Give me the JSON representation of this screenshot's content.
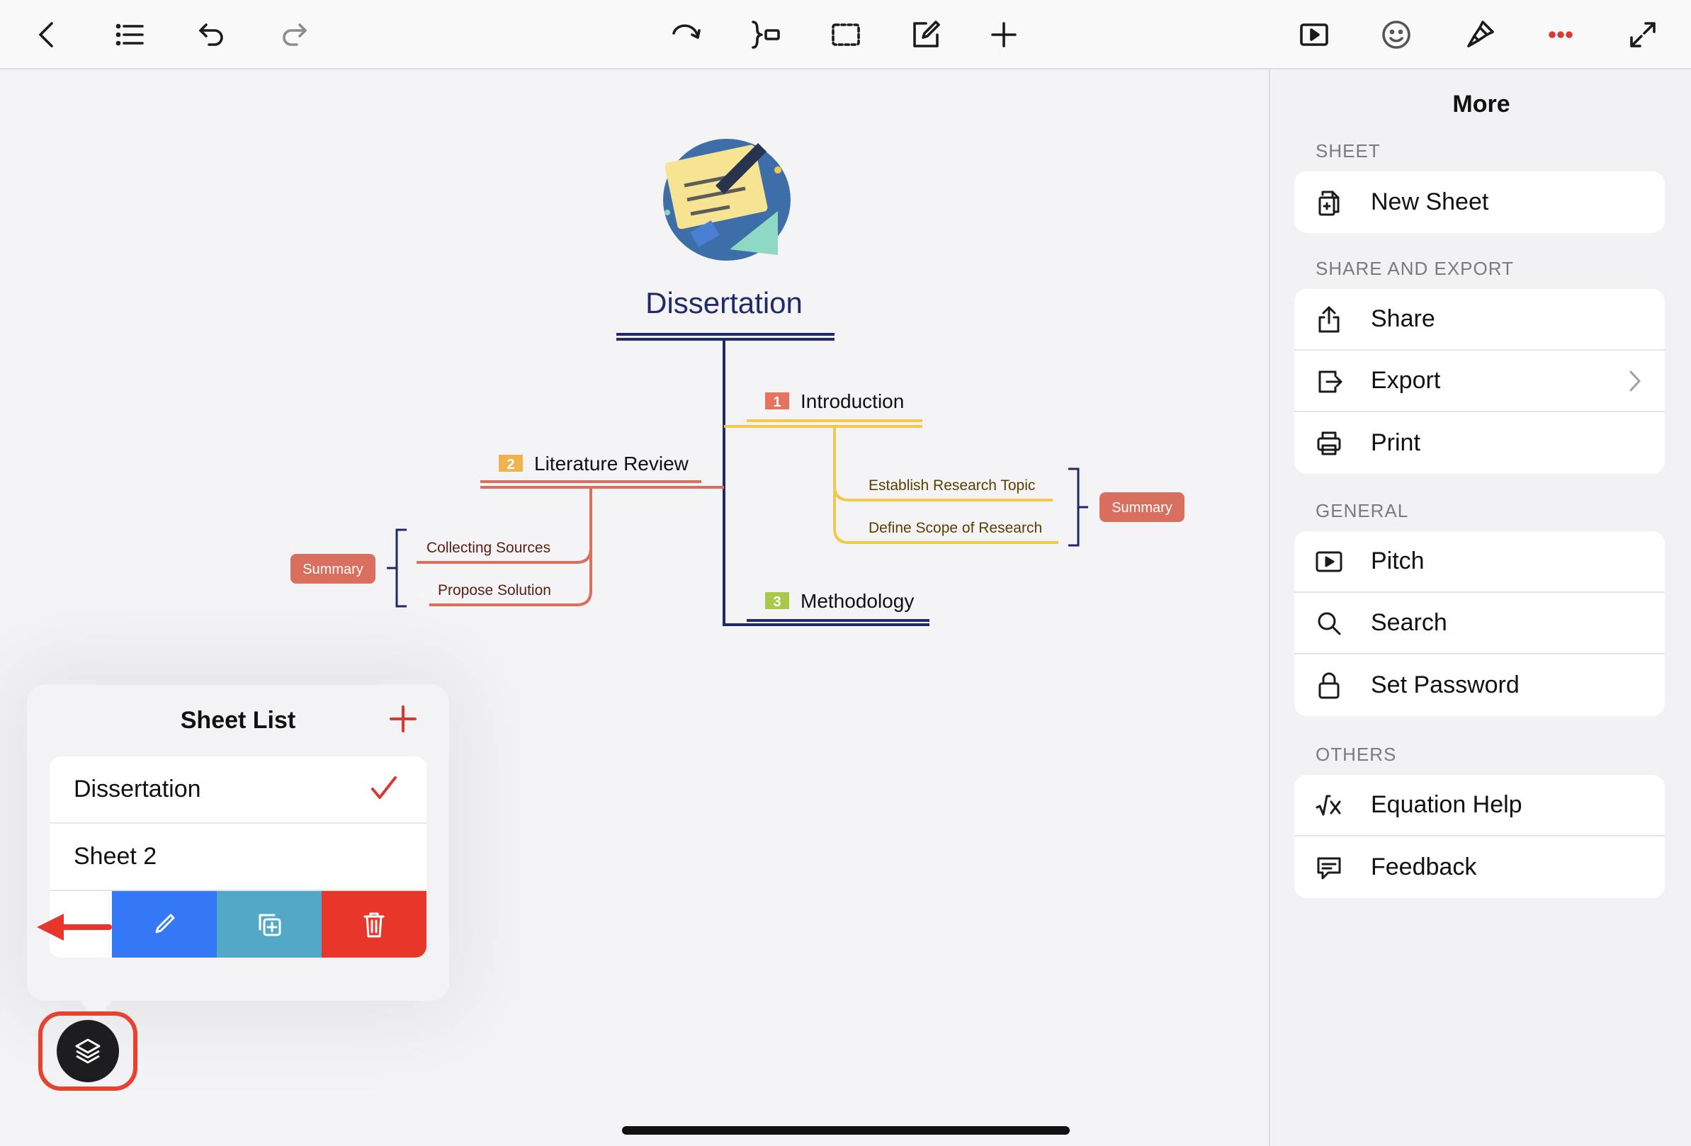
{
  "toolbar": {
    "left": [
      "back-icon",
      "outline-list-icon",
      "undo-icon",
      "redo-icon"
    ],
    "center": [
      "relationship-icon",
      "boundary-icon",
      "select-rect-icon",
      "note-edit-icon",
      "add-topic-icon"
    ],
    "right": [
      "pitch-play-icon",
      "emoji-icon",
      "format-brush-icon",
      "more-dots-icon",
      "fullscreen-icon"
    ],
    "accent": "#d63a31"
  },
  "mindmap": {
    "central_topic": "Dissertation",
    "topics": [
      {
        "number": "1",
        "label": "Introduction",
        "color": "#f4c84d",
        "subtopics": [
          "Establish Research Topic",
          "Define Scope of Research"
        ],
        "summary": "Summary"
      },
      {
        "number": "2",
        "label": "Literature Review",
        "color": "#d9705f",
        "subtopics": [
          "Collecting Sources",
          "Propose Solution"
        ],
        "summary": "Summary"
      },
      {
        "number": "3",
        "label": "Methodology",
        "color": "#1f2a6b",
        "subtopics": []
      }
    ]
  },
  "panel": {
    "title": "More",
    "sections": [
      {
        "label": "SHEET",
        "items": [
          {
            "icon": "new-sheet-icon",
            "label": "New Sheet"
          }
        ]
      },
      {
        "label": "SHARE AND EXPORT",
        "items": [
          {
            "icon": "share-icon",
            "label": "Share"
          },
          {
            "icon": "export-icon",
            "label": "Export",
            "chevron": true
          },
          {
            "icon": "print-icon",
            "label": "Print"
          }
        ]
      },
      {
        "label": "GENERAL",
        "items": [
          {
            "icon": "pitch-icon",
            "label": "Pitch"
          },
          {
            "icon": "search-icon",
            "label": "Search"
          },
          {
            "icon": "lock-icon",
            "label": "Set Password"
          }
        ]
      },
      {
        "label": "OTHERS",
        "items": [
          {
            "icon": "equation-icon",
            "label": "Equation Help"
          },
          {
            "icon": "feedback-icon",
            "label": "Feedback"
          }
        ]
      }
    ]
  },
  "sheet_list": {
    "title": "Sheet List",
    "sheets": [
      {
        "name": "Dissertation",
        "selected": true
      },
      {
        "name": "Sheet 2",
        "selected": false
      }
    ],
    "swipe_actions": [
      {
        "icon": "rename-pencil-icon",
        "color": "#3478f6"
      },
      {
        "icon": "duplicate-icon",
        "color": "#54a8c7"
      },
      {
        "icon": "trash-icon",
        "color": "#e8362b"
      }
    ]
  }
}
